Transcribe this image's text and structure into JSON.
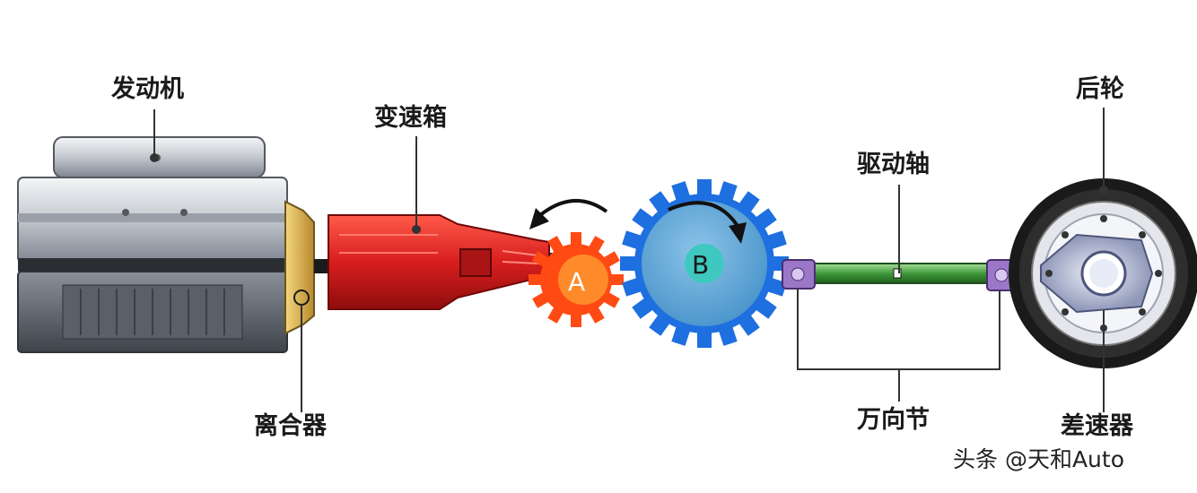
{
  "labels": {
    "engine": "发动机",
    "transmission": "变速箱",
    "clutch": "离合器",
    "drive_shaft": "驱动轴",
    "universal_joint": "万向节",
    "rear_wheel": "后轮",
    "differential": "差速器"
  },
  "gears": {
    "a": "A",
    "b": "B"
  },
  "watermark": "头条 @天和Auto",
  "colors": {
    "transmission_red": "#d81e1e",
    "gear_a_orange": "#ff4a14",
    "gear_b_blue": "#1e6fe0",
    "gear_b_face": "#5ea6d6",
    "shaft_green": "#3f9a3a",
    "joint_purple": "#9b77c7",
    "tire_black": "#1a1a1a"
  },
  "icons": [
    "rotation-arrow-ccw-icon",
    "rotation-arrow-cw-icon"
  ]
}
